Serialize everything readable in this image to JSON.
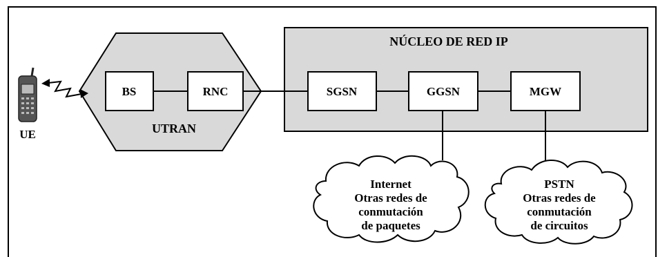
{
  "core": {
    "title": "NÚCLEO DE RED IP"
  },
  "ue": {
    "label": "UE"
  },
  "utran": {
    "label": "UTRAN",
    "bs": "BS",
    "rnc": "RNC"
  },
  "nodes": {
    "sgsn": "SGSN",
    "ggsn": "GGSN",
    "mgw": "MGW"
  },
  "clouds": {
    "packet": [
      "Internet",
      "Otras redes de",
      "conmutación",
      "de paquetes"
    ],
    "circuit": [
      "PSTN",
      "Otras redes de",
      "conmutación",
      "de circuitos"
    ]
  },
  "colors": {
    "fill": "#d9d9d9",
    "stroke": "#000000",
    "background": "#ffffff"
  }
}
